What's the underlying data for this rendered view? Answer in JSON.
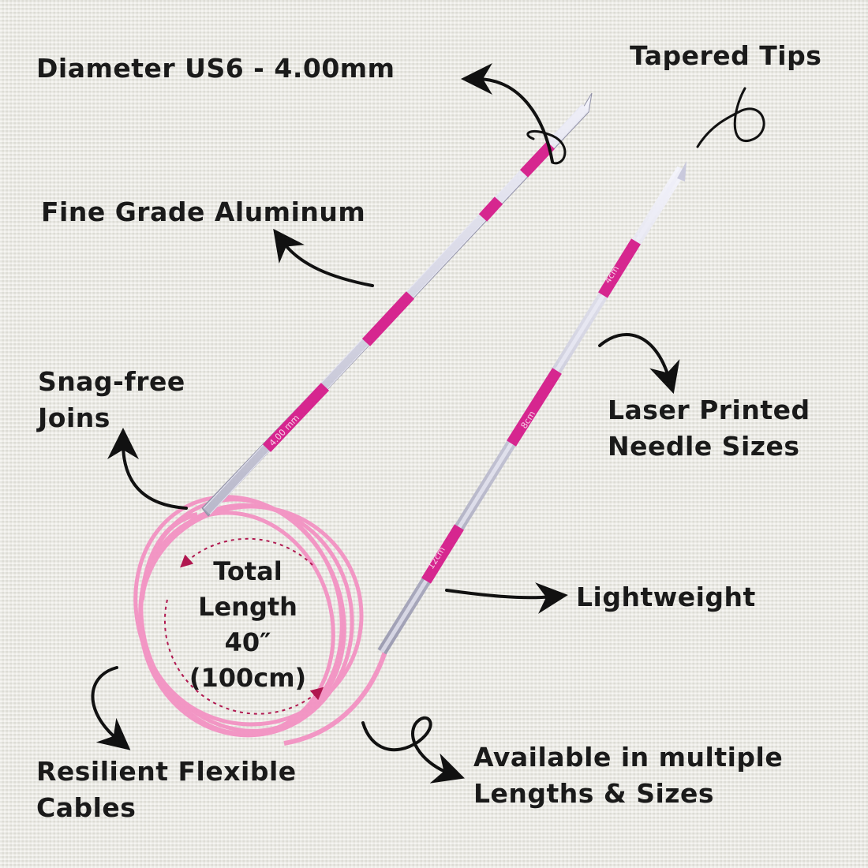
{
  "labels": {
    "diameter": "Diameter US6 - 4.00mm",
    "tapered_tips": "Tapered Tips",
    "fine_grade": "Fine Grade Aluminum",
    "snag_free": [
      "Snag-free",
      "Joins"
    ],
    "laser_printed": [
      "Laser Printed",
      "Needle Sizes"
    ],
    "lightweight": "Lightweight",
    "available": [
      "Available in multiple",
      "Lengths & Sizes"
    ],
    "resilient": [
      "Resilient Flexible",
      "Cables"
    ]
  },
  "center": {
    "lines": [
      "Total",
      "Length",
      "40″",
      "(100cm)"
    ]
  },
  "needle_marks": {
    "left": "4.00 mm",
    "right_1": "4cm",
    "right_2": "8cm",
    "right_3": "12cm"
  },
  "colors": {
    "pink": "#d6268f",
    "cable": "#f48fc4",
    "arrow": "#111111",
    "dots": "#b0174f"
  }
}
